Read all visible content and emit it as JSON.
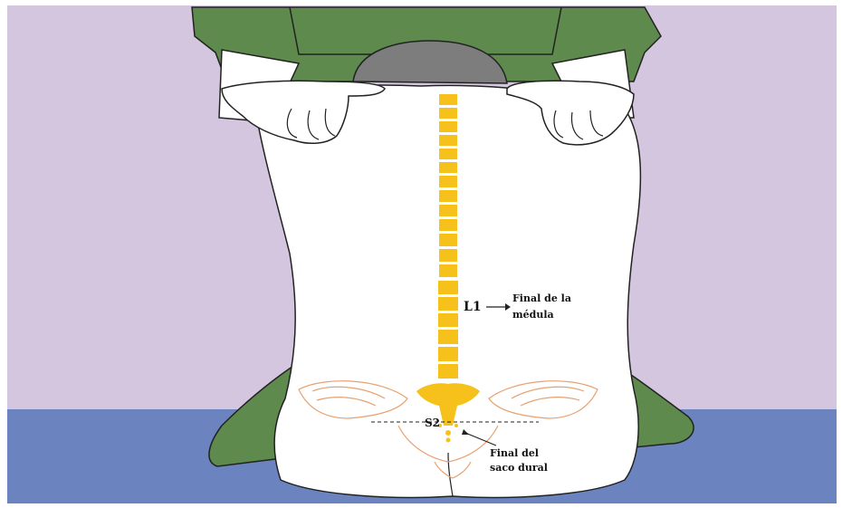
{
  "colors": {
    "wall": "#d3c6de",
    "floor": "#6b84bf",
    "gown": "#5e8a4e",
    "gown_dark": "#4a7540",
    "skin": "#ffffff",
    "outline": "#222222",
    "hair": "#7d7d7d",
    "spine": "#f5c11a",
    "spine_dark": "#d9a40c",
    "pelvis": "#e8a070"
  },
  "labels": {
    "l1": "L1",
    "medula_line1": "Final de la",
    "medula_line2": "médula",
    "s2": "S2",
    "dural_line1": "Final del",
    "dural_line2": "saco dural"
  }
}
